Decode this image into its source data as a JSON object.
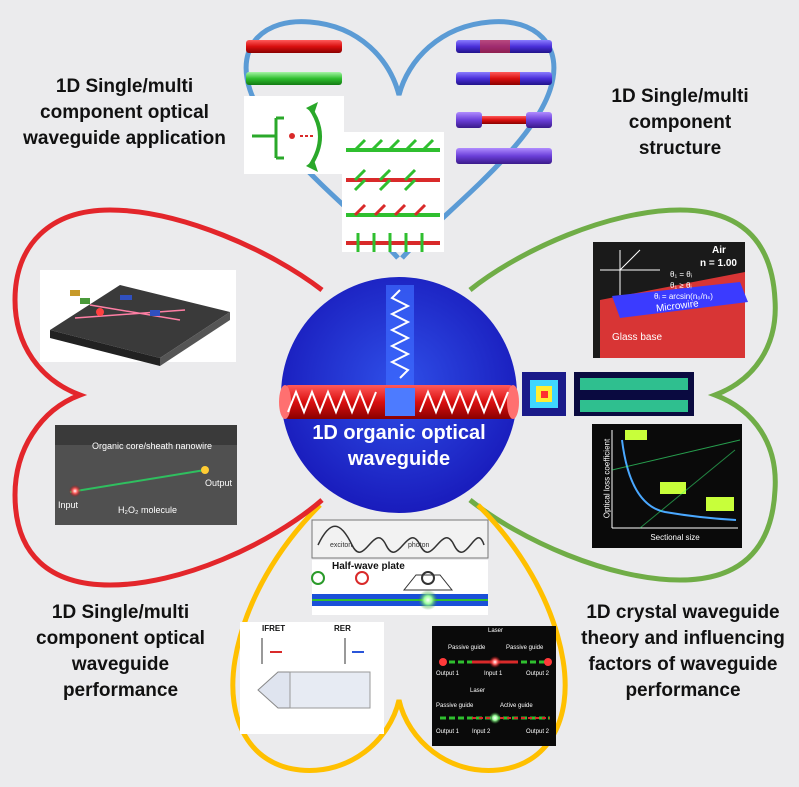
{
  "quadrants": {
    "top_left": "1D Single/multi component optical waveguide application",
    "top_right": "1D Single/multi component structure",
    "bottom_left": "1D Single/multi component optical waveguide performance",
    "bottom_right": "1D crystal waveguide theory and influencing factors of waveguide performance"
  },
  "center": {
    "title": "1D organic optical waveguide"
  },
  "loops": {
    "top": "#5b9bd5",
    "right": "#70ad47",
    "bottom": "#ffc000",
    "left": "#e3262b"
  },
  "panels": {
    "right_top": {
      "air": "Air",
      "n_air": "n = 1.00",
      "microwire": "Microwire",
      "glass": "Glass base",
      "eq1": "θ₁ = θᵢ",
      "eq2": "θ₁ ≥ θᵢ",
      "eq3": "θᵢ = arcsin(n₀/nₛ)"
    },
    "right_chart": {
      "ylabel": "Optical loss coefficient",
      "xlabel": "Sectional size"
    },
    "left_bottom": {
      "core_label": "Organic core/sheath nanowire",
      "input": "Input",
      "output": "Output",
      "molecule": "H₂O₂ molecule"
    },
    "bottom_center": {
      "exciton": "exciton",
      "photon": "photon",
      "half_wave": "Half-wave plate"
    },
    "bottom_left_panel": {
      "ifret": "IFRET",
      "rer": "RER"
    },
    "bottom_right_panel": {
      "laser1": "Laser",
      "passive_guide_a": "Passive guide",
      "passive_guide_b": "Passive guide",
      "output1": "Output 1",
      "input1": "Input 1",
      "output2": "Output 2",
      "laser2": "Laser",
      "passive_guide_c": "Passive guide",
      "active_guide": "Active guide",
      "output1b": "Output 1",
      "input2": "Input 2",
      "output2b": "Output 2"
    }
  }
}
